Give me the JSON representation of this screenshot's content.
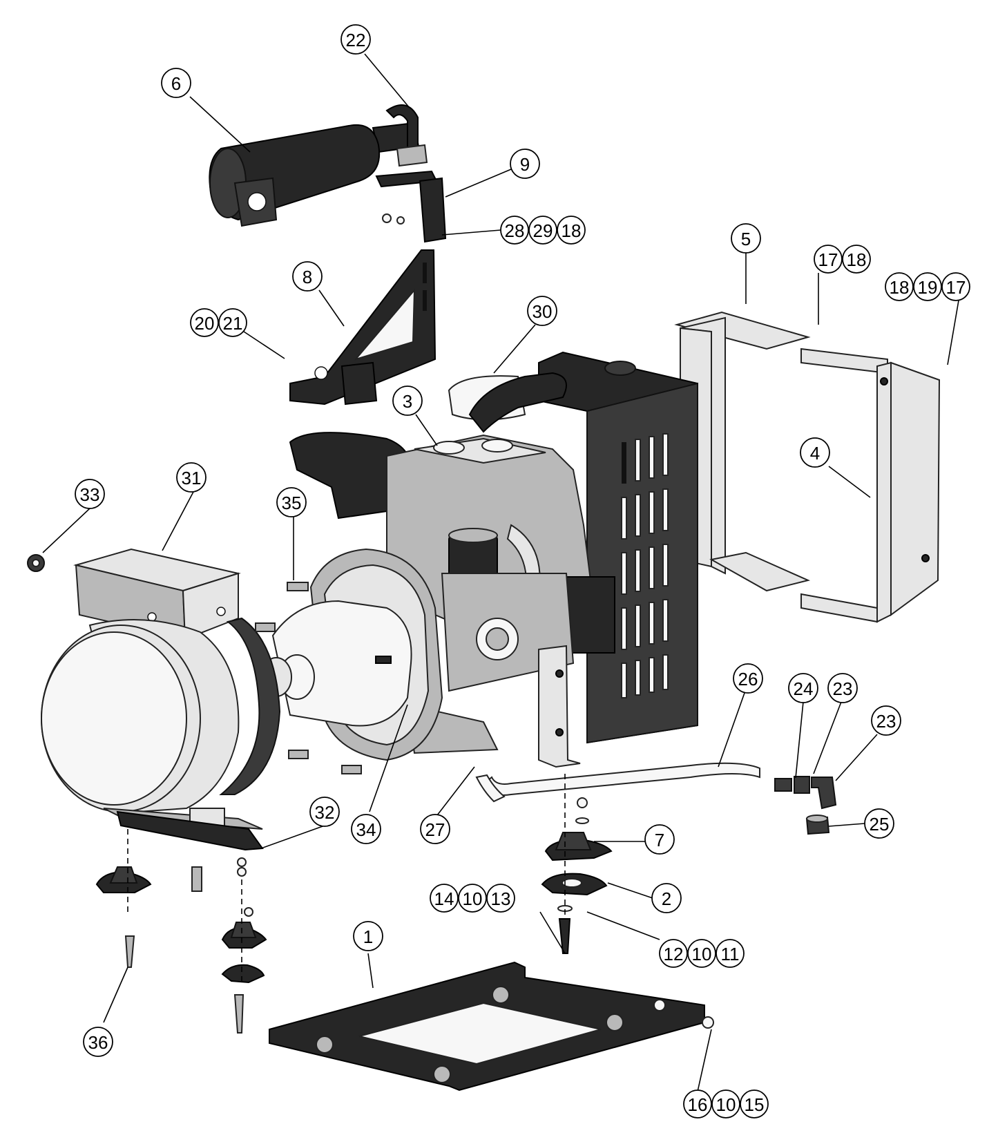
{
  "callouts": [
    {
      "id": "c1",
      "label": "1"
    },
    {
      "id": "c2",
      "label": "2"
    },
    {
      "id": "c3",
      "label": "3"
    },
    {
      "id": "c4",
      "label": "4"
    },
    {
      "id": "c5",
      "label": "5"
    },
    {
      "id": "c6",
      "label": "6"
    },
    {
      "id": "c7",
      "label": "7"
    },
    {
      "id": "c8",
      "label": "8"
    },
    {
      "id": "c9",
      "label": "9"
    },
    {
      "id": "c22",
      "label": "22"
    },
    {
      "id": "c25",
      "label": "25"
    },
    {
      "id": "c26",
      "label": "26"
    },
    {
      "id": "c27",
      "label": "27"
    },
    {
      "id": "c30",
      "label": "30"
    },
    {
      "id": "c31",
      "label": "31"
    },
    {
      "id": "c32",
      "label": "32"
    },
    {
      "id": "c33",
      "label": "33"
    },
    {
      "id": "c34",
      "label": "34"
    },
    {
      "id": "c35",
      "label": "35"
    },
    {
      "id": "c36",
      "label": "36"
    },
    {
      "id": "c24",
      "label": "24"
    },
    {
      "id": "c23a",
      "label": "23"
    },
    {
      "id": "c23b",
      "label": "23"
    }
  ],
  "callout_groups": [
    {
      "id": "g28",
      "labels": [
        "28",
        "29",
        "18"
      ]
    },
    {
      "id": "g17",
      "labels": [
        "17",
        "18"
      ]
    },
    {
      "id": "g18",
      "labels": [
        "18",
        "19",
        "17"
      ]
    },
    {
      "id": "g20",
      "labels": [
        "20",
        "21"
      ]
    },
    {
      "id": "g14",
      "labels": [
        "14",
        "10",
        "13"
      ]
    },
    {
      "id": "g12",
      "labels": [
        "12",
        "10",
        "11"
      ]
    },
    {
      "id": "g16",
      "labels": [
        "16",
        "10",
        "15"
      ]
    }
  ]
}
